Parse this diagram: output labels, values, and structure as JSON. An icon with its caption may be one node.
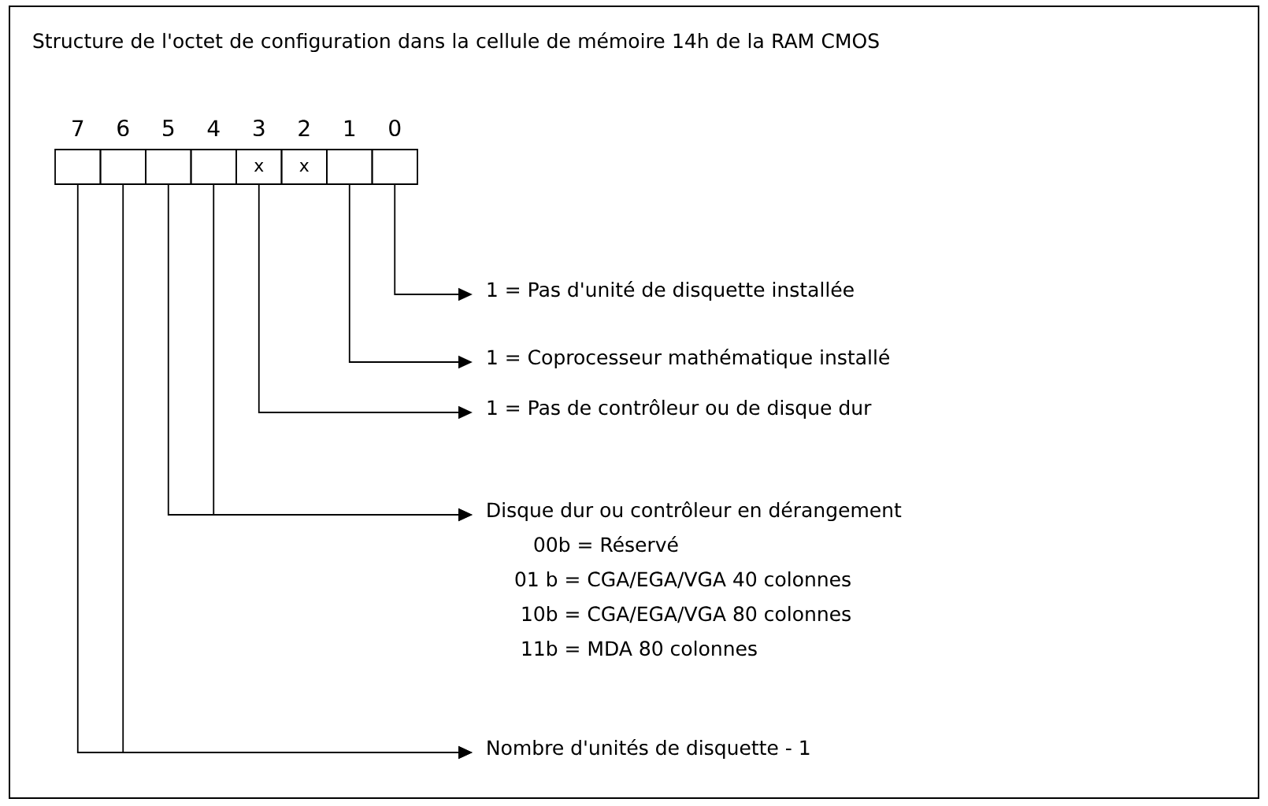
{
  "diagram": {
    "title": "Structure de l'octet de configuration dans la cellule de mémoire 14h de la RAM CMOS",
    "nodes": [
      {
        "text": [],
        "shape": "box",
        "beside": [
          "7"
        ]
      },
      {
        "text": [],
        "shape": "box",
        "beside": [
          "6"
        ]
      },
      {
        "text": [],
        "shape": "box",
        "beside": [
          "5"
        ]
      },
      {
        "text": [],
        "shape": "box",
        "beside": [
          "4"
        ]
      },
      {
        "text": [
          "x"
        ],
        "beside": [
          "3"
        ]
      },
      {
        "text": [
          "x"
        ],
        "beside": [
          "2"
        ]
      },
      {
        "text": [],
        "shape": "box",
        "beside": [
          "1"
        ]
      },
      {
        "text": [],
        "shape": "box",
        "beside": [
          "0"
        ]
      },
      {
        "text": [
          "1 = Pas d'unité de disquette installée"
        ]
      },
      {
        "text": [
          "1 = Coprocesseur mathématique installé"
        ]
      },
      {
        "text": [
          "1 = Pas de contrôleur ou de disque dur"
        ]
      },
      {
        "text": [
          "Disque dur ou contrôleur en dérangement",
          "00b = Réservé",
          "01 b = CGA/EGA/VGA 40 colonnes",
          "10b = CGA/EGA/VGA 80 colonnes",
          "11b = MDA 80 colonnes"
        ]
      },
      {
        "text": [
          "Nombre d'unités de disquette - 1"
        ]
      }
    ],
    "edges": [
      {
        "from": 7,
        "to": 8,
        "arrow": "to"
      },
      {
        "from": 6,
        "to": 9,
        "arrow": "to"
      },
      {
        "from": 4,
        "to": 10,
        "arrow": "to"
      },
      {
        "from": 2,
        "to": 11,
        "arrow": "to"
      },
      {
        "from": 3,
        "to": 11,
        "arrow": "to"
      },
      {
        "from": 0,
        "to": 12,
        "arrow": "to"
      },
      {
        "from": 1,
        "to": 12,
        "arrow": "to"
      }
    ]
  }
}
